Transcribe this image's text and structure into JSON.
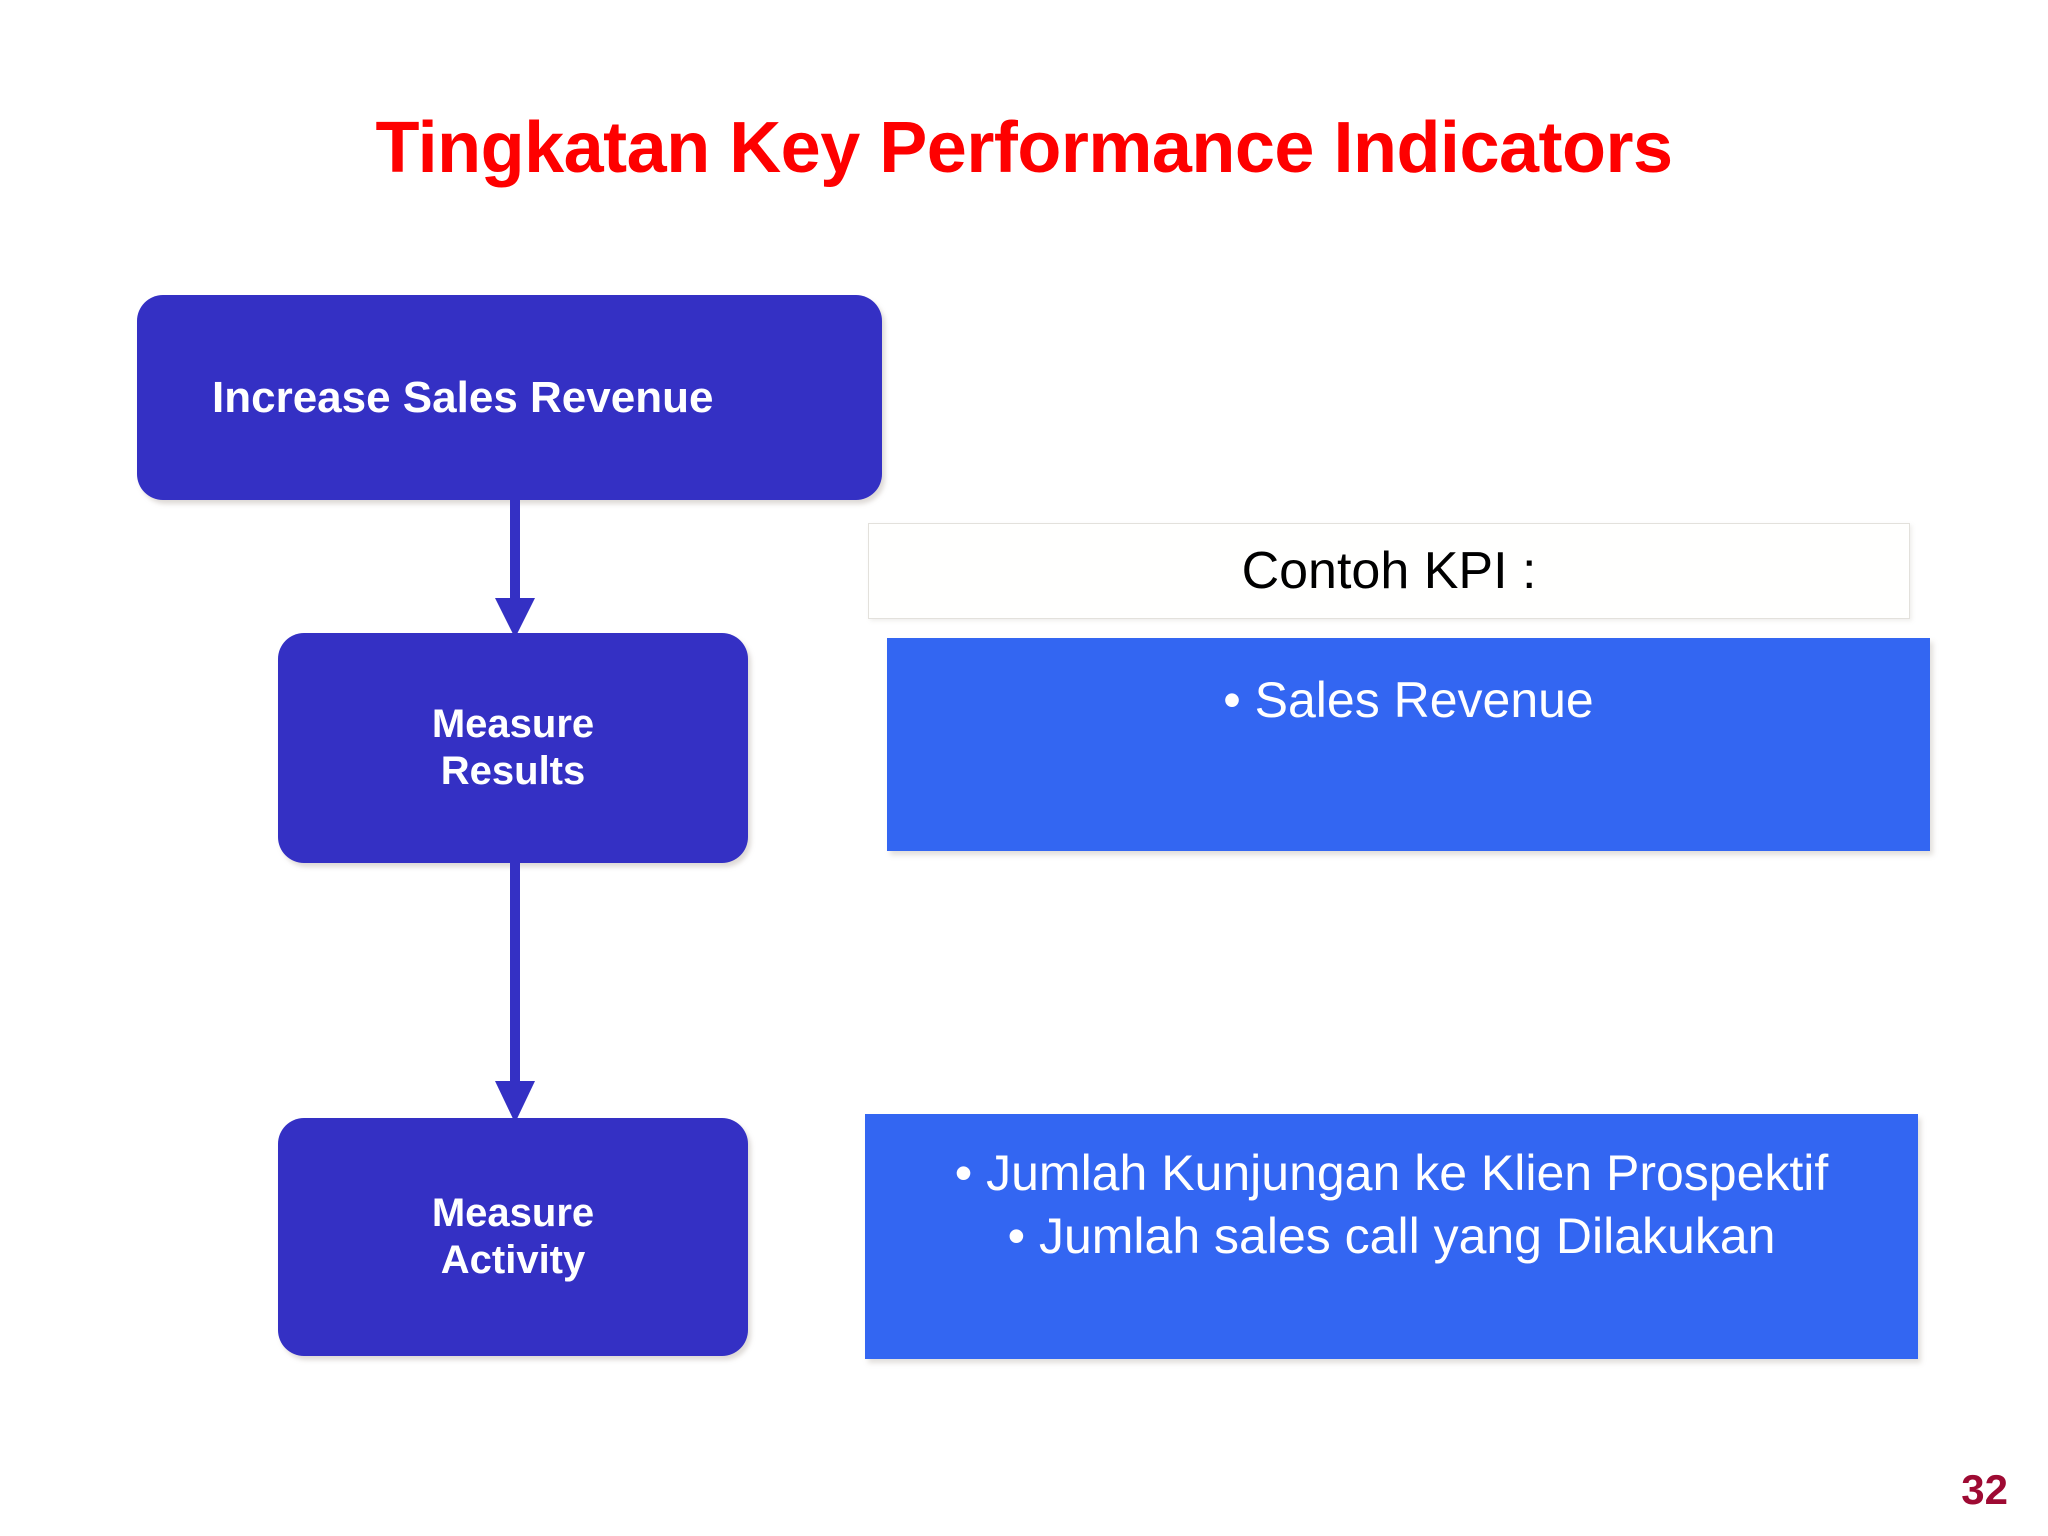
{
  "slide": {
    "title": "Tingkatan Key Performance Indicators",
    "title_color": "#FE0000",
    "background_color": "#FFFFFF",
    "page_number": "32",
    "page_number_color": "#9E0A33"
  },
  "flow": {
    "box_fill_color": "#3430C4",
    "box_text_color": "#FFFFFF",
    "arrow_color": "#3430C4",
    "steps": [
      {
        "id": "increase-sales-revenue",
        "label": "Increase Sales Revenue"
      },
      {
        "id": "measure-results",
        "label": "Measure\nResults"
      },
      {
        "id": "measure-activity",
        "label": "Measure\nActivity"
      }
    ],
    "connectors": [
      {
        "id": "arrow-increase-to-results",
        "icon": "arrow-down-icon"
      },
      {
        "id": "arrow-results-to-activity",
        "icon": "arrow-down-icon"
      }
    ]
  },
  "kpi": {
    "header_label": "Contoh KPI :",
    "header_text_color": "#000000",
    "header_background_color": "#FFFFFE",
    "panel_fill_color": "#3366F2",
    "panel_text_color": "#FFFFFF",
    "panels": [
      {
        "id": "kpi-results",
        "lines": [
          "• Sales Revenue"
        ]
      },
      {
        "id": "kpi-activity",
        "lines": [
          "• Jumlah Kunjungan ke Klien Prospektif",
          "• Jumlah sales call yang Dilakukan"
        ]
      }
    ]
  }
}
